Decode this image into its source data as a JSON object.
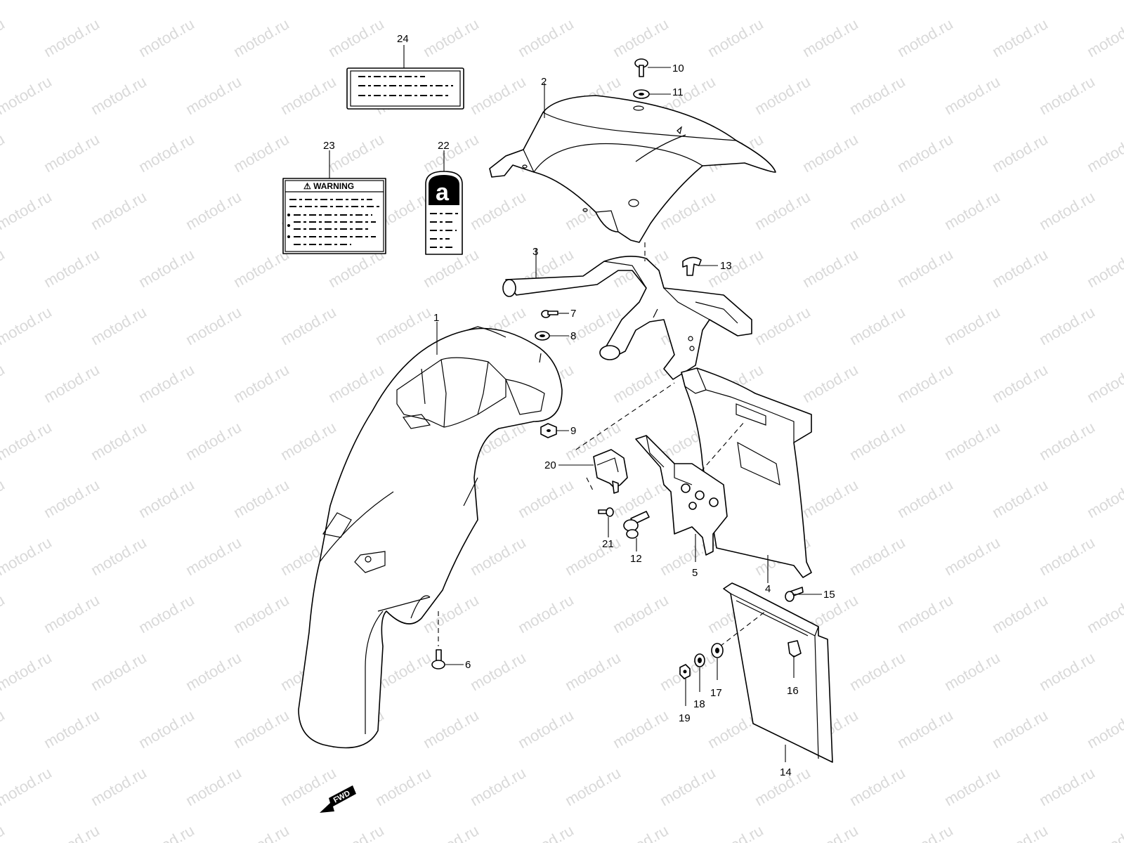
{
  "watermark": "motod.ru",
  "labels": {
    "warning": "⚠ WARNING",
    "letter_a": "a",
    "fwd": "FWD"
  },
  "callouts": [
    "1",
    "2",
    "3",
    "4",
    "5",
    "6",
    "7",
    "8",
    "9",
    "10",
    "11",
    "12",
    "13",
    "14",
    "15",
    "16",
    "17",
    "18",
    "19",
    "20",
    "21",
    "22",
    "23",
    "24"
  ],
  "colors": {
    "line": "#000000",
    "background": "#ffffff",
    "watermark": "#d9d9d9"
  }
}
